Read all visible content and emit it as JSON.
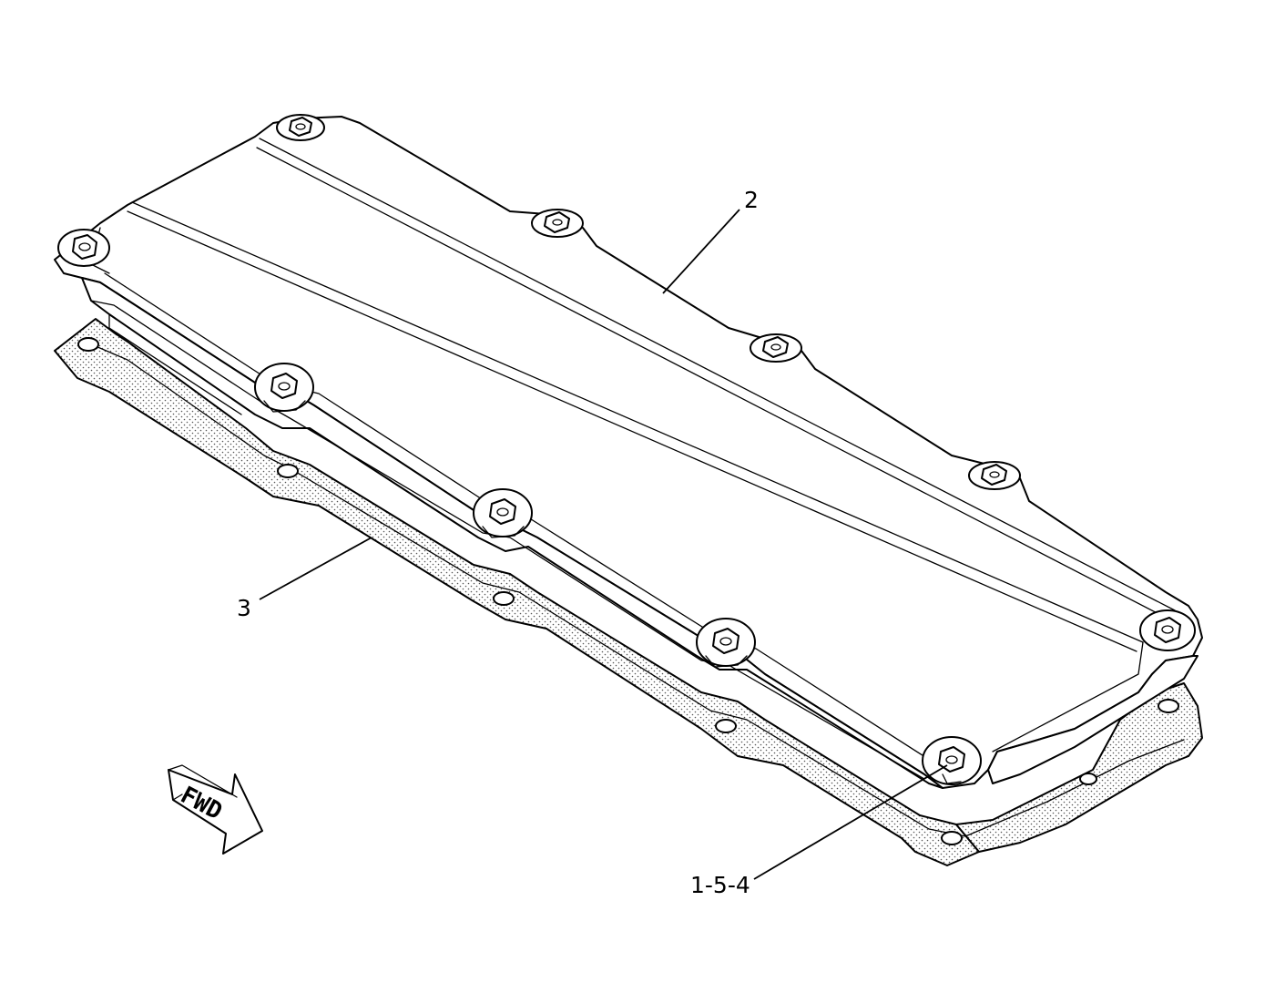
{
  "callouts": {
    "cover": "2",
    "gasket": "3",
    "bolt": "1-5-4"
  },
  "arrow": {
    "label": "FWD"
  }
}
